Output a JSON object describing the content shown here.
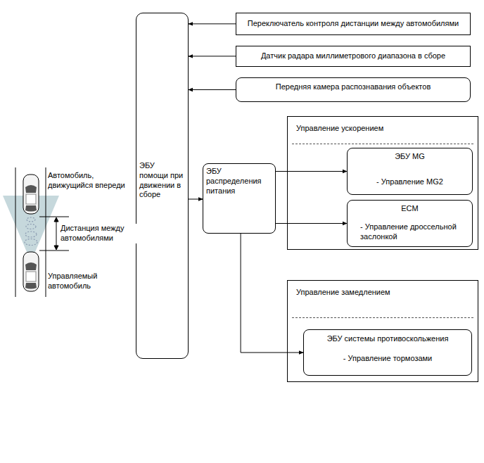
{
  "diagram": {
    "nodes": [
      {
        "text": [
          "Переключатель контроля дистанции между автомобилями"
        ]
      },
      {
        "text": [
          "Датчик радара миллиметрового диапазона в сборе"
        ]
      },
      {
        "text": [
          "Передняя камера распознавания объектов"
        ]
      },
      {
        "text": [
          "ЭБУ помощи при движении в сборе"
        ]
      },
      {
        "text": [
          "ЭБУ распределения питания"
        ]
      },
      {
        "text": [
          "Управление ускорением"
        ]
      },
      {
        "text": [
          "ЭБУ MG",
          "- Управление MG2"
        ],
        "in": 5
      },
      {
        "text": [
          "ECM",
          "- Управление дроссельной заслонкой"
        ],
        "in": 5
      },
      {
        "text": [
          "Управление замедлением"
        ]
      },
      {
        "text": [
          "ЭБУ системы противоскольжения",
          "- Управление тормозами"
        ],
        "in": 8
      }
    ],
    "edges": [
      {
        "from": 0,
        "to": 3,
        "arrow": "to"
      },
      {
        "from": 1,
        "to": 3,
        "arrow": "to"
      },
      {
        "from": 2,
        "to": 3,
        "arrow": "to"
      },
      {
        "from": 3,
        "to": 4,
        "arrow": "to"
      },
      {
        "from": 4,
        "to": 6,
        "arrow": "to"
      },
      {
        "from": 4,
        "to": 7,
        "arrow": "to"
      },
      {
        "from": 4,
        "to": 9,
        "arrow": "to"
      }
    ],
    "labels": [
      "Автомобиль, движущийся впереди",
      "Дистанция между автомобилями",
      "Управляемый автомобиль"
    ]
  }
}
